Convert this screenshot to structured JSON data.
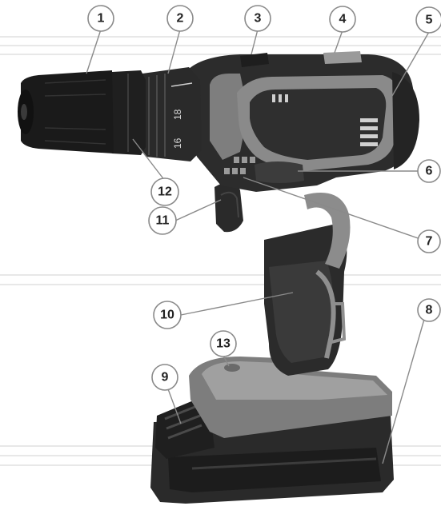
{
  "diagram": {
    "subject": "cordless-drill-parts",
    "torque_scale_labels": [
      "18",
      "16"
    ],
    "callouts": [
      {
        "id": "1",
        "label": "1"
      },
      {
        "id": "2",
        "label": "2"
      },
      {
        "id": "3",
        "label": "3"
      },
      {
        "id": "4",
        "label": "4"
      },
      {
        "id": "5",
        "label": "5"
      },
      {
        "id": "6",
        "label": "6"
      },
      {
        "id": "7",
        "label": "7"
      },
      {
        "id": "8",
        "label": "8"
      },
      {
        "id": "9",
        "label": "9"
      },
      {
        "id": "10",
        "label": "10"
      },
      {
        "id": "11",
        "label": "11"
      },
      {
        "id": "12",
        "label": "12"
      },
      {
        "id": "13",
        "label": "13"
      }
    ]
  }
}
